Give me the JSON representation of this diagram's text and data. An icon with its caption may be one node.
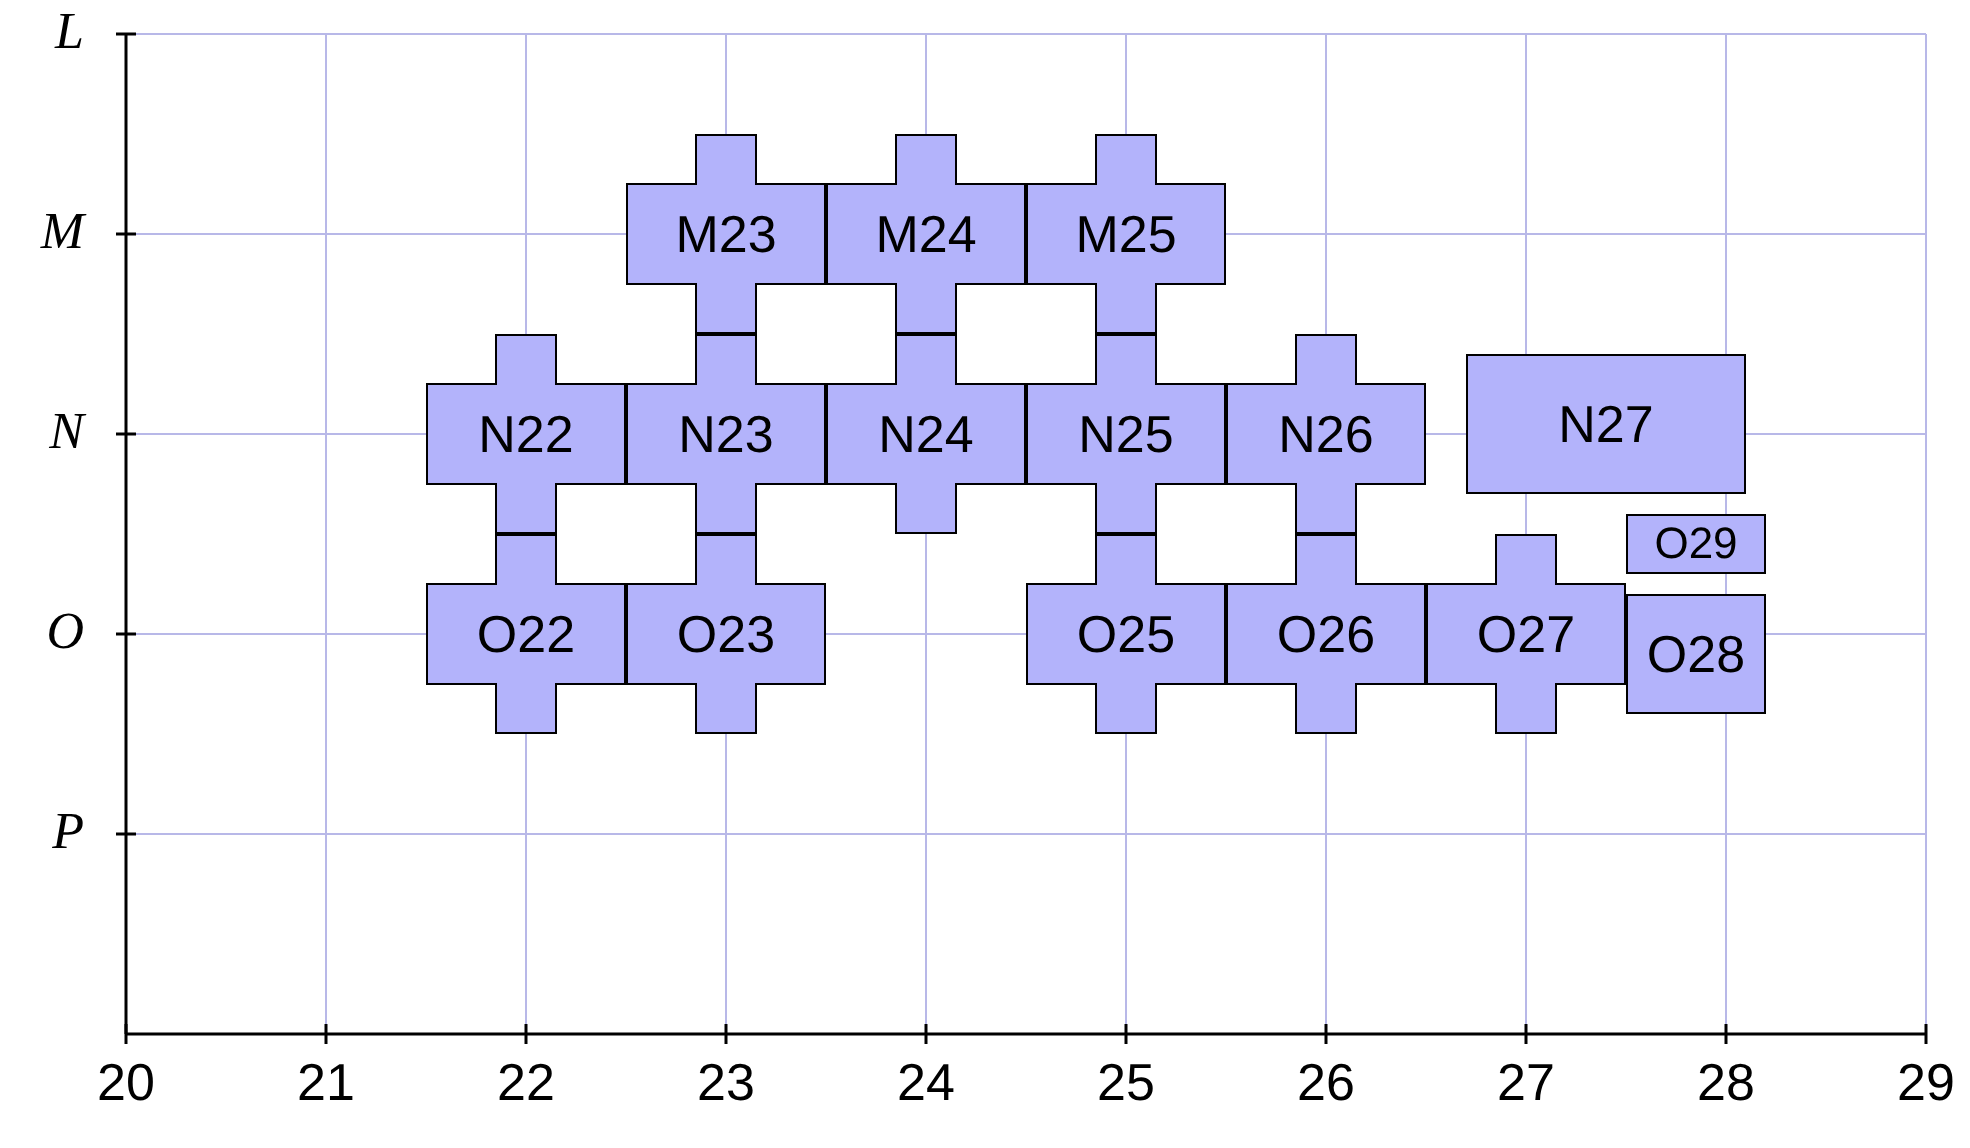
{
  "diagram": {
    "nodes": [
      {
        "text": [
          "M23"
        ]
      },
      {
        "text": [
          "M24"
        ]
      },
      {
        "text": [
          "M25"
        ]
      },
      {
        "text": [
          "N22"
        ]
      },
      {
        "text": [
          "N23"
        ]
      },
      {
        "text": [
          "N24"
        ]
      },
      {
        "text": [
          "N25"
        ]
      },
      {
        "text": [
          "N26"
        ]
      },
      {
        "text": [
          "N27"
        ]
      },
      {
        "text": [
          "O29"
        ]
      },
      {
        "text": [
          "O22"
        ]
      },
      {
        "text": [
          "O23"
        ]
      },
      {
        "text": [
          "O25"
        ]
      },
      {
        "text": [
          "O26"
        ]
      },
      {
        "text": [
          "O27"
        ]
      },
      {
        "text": [
          "O28"
        ]
      }
    ],
    "labels": [
      "L",
      "M",
      "N",
      "O",
      "P",
      "20",
      "21",
      "22",
      "23",
      "24",
      "25",
      "26",
      "27",
      "28",
      "29"
    ]
  }
}
